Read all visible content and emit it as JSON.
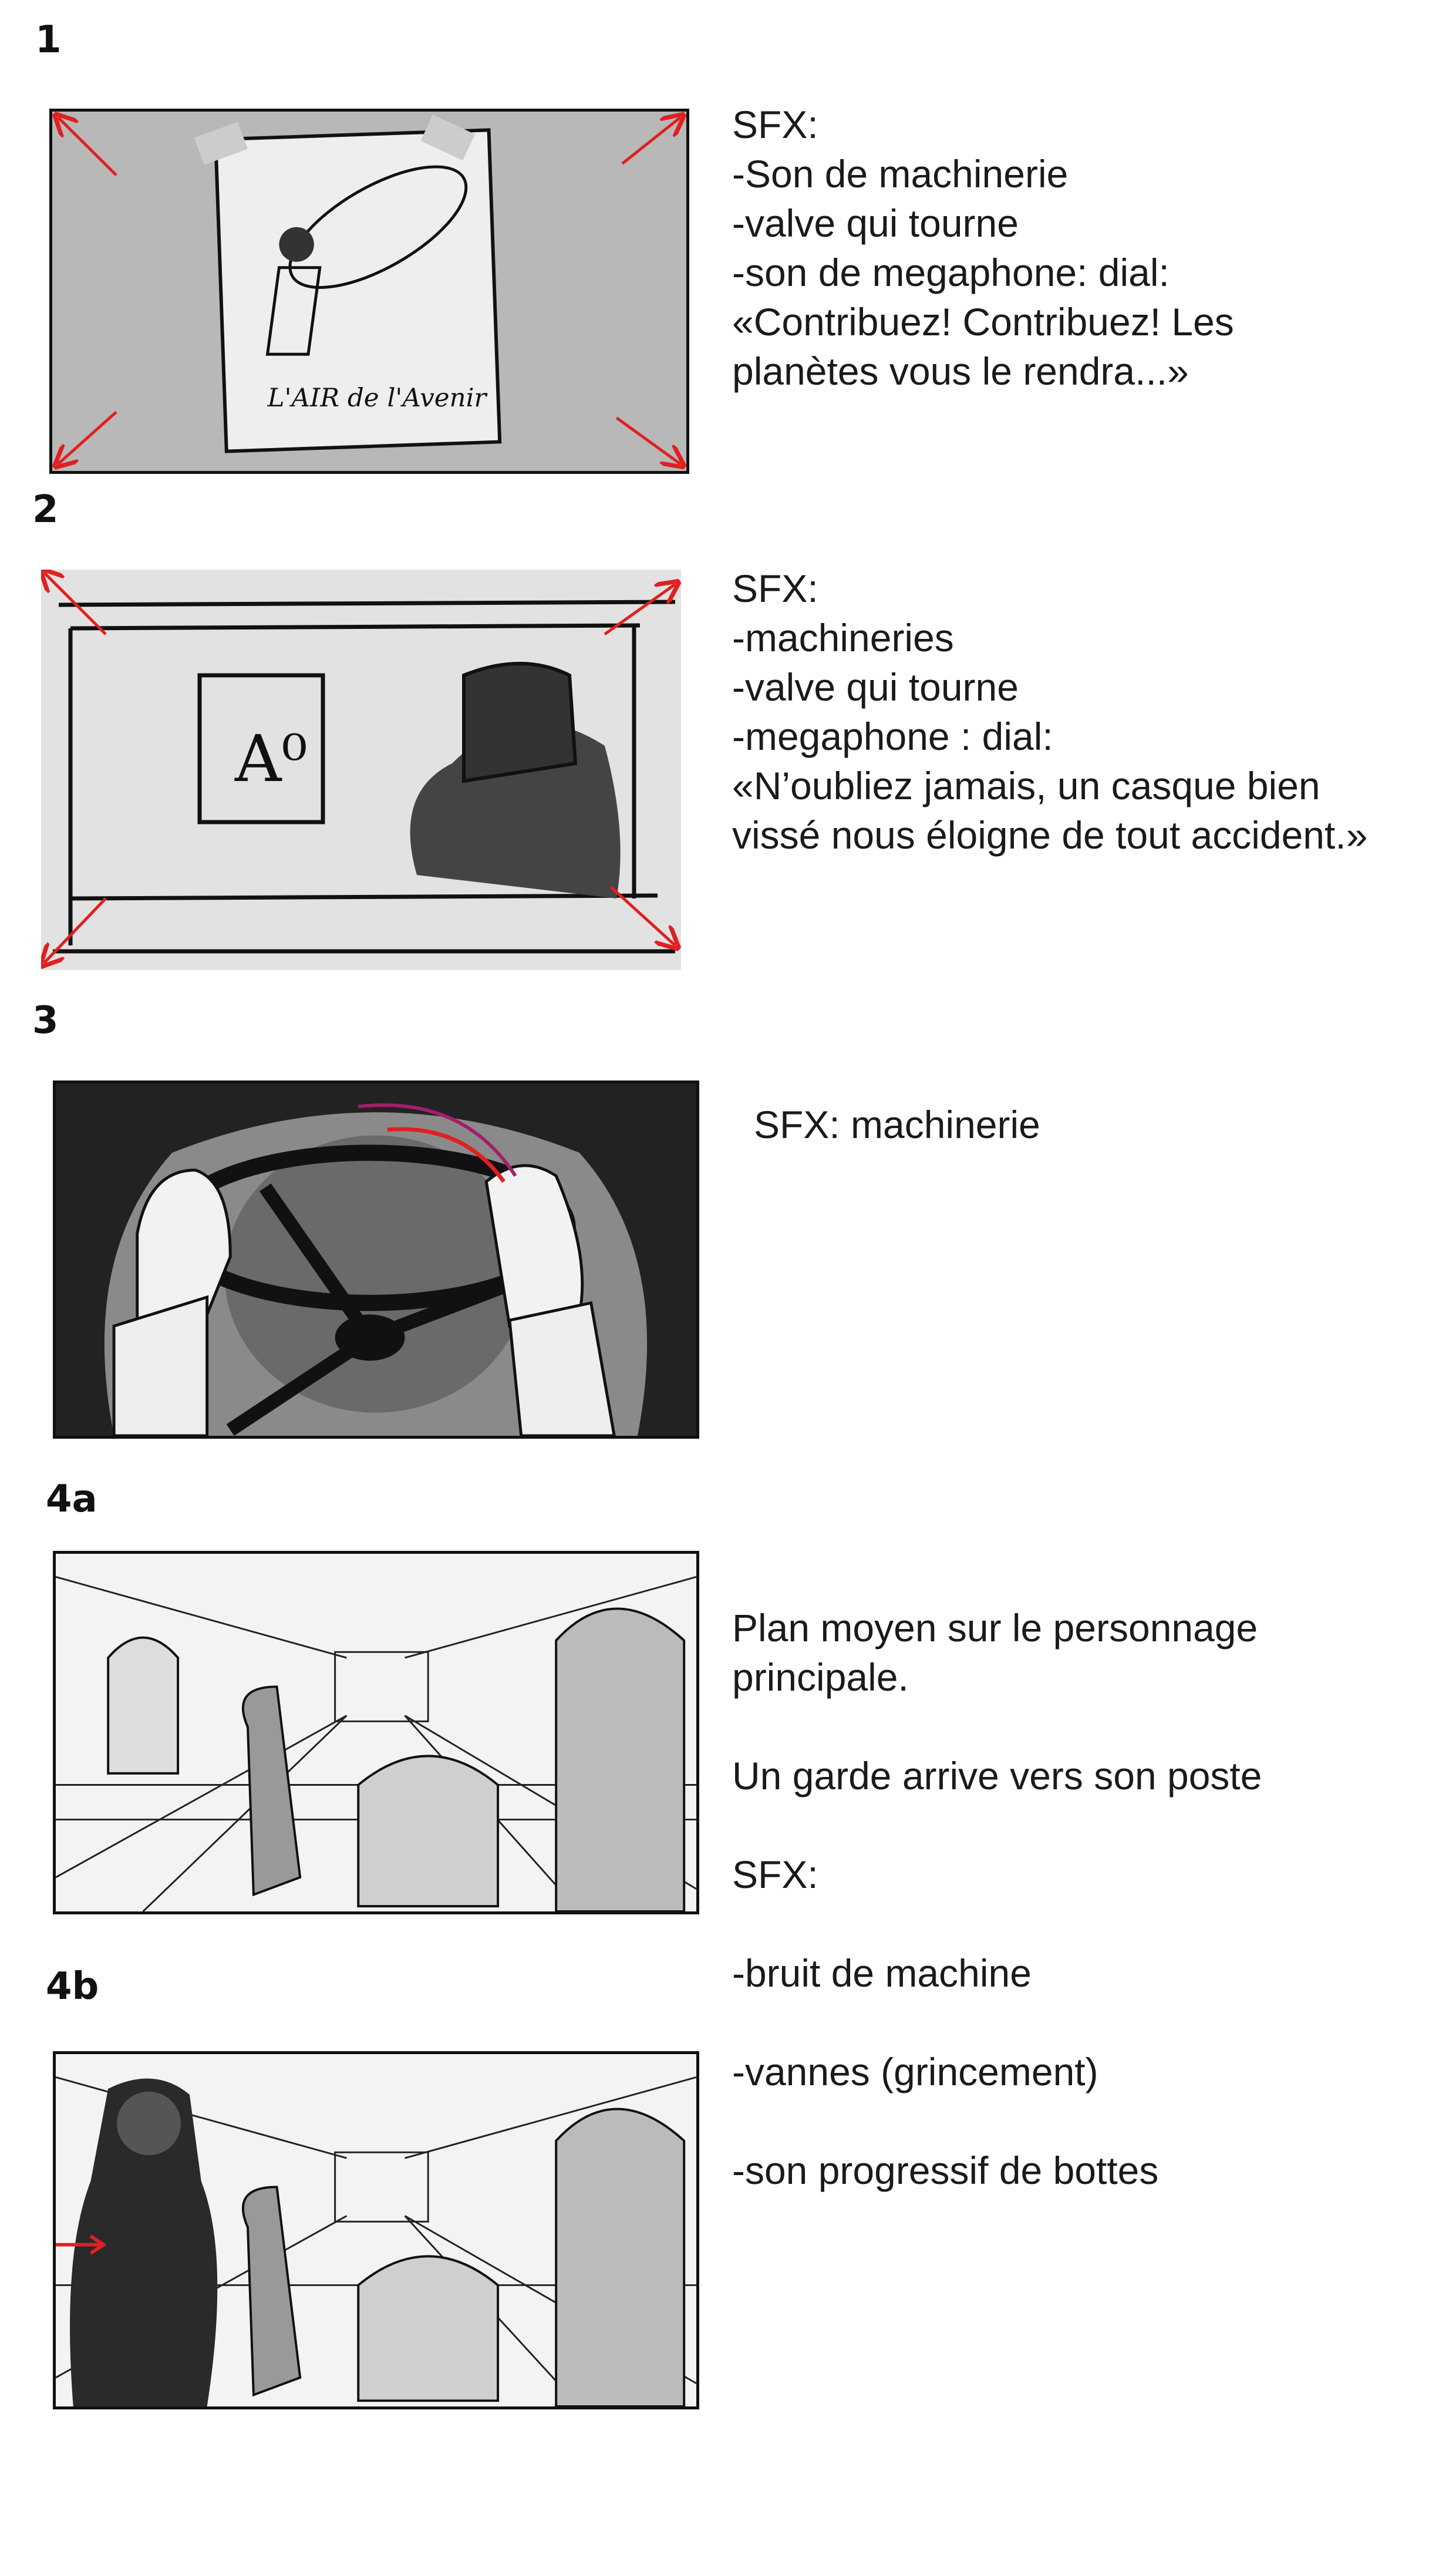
{
  "colors": {
    "arrow": "#e02020",
    "ink": "#111111",
    "magenta": "#a0206a"
  },
  "shots": [
    {
      "label": "1",
      "lines": [
        "SFX:",
        "-Son de machinerie",
        "-valve qui tourne",
        "-son de megaphone: dial:",
        "«Contribuez! Contribuez! Les",
        "planètes vous le rendra...»"
      ],
      "poster_text": "L'AIR de l'Avenir"
    },
    {
      "label": "2",
      "lines": [
        "SFX:",
        "-machineries",
        "-valve qui tourne",
        "-megaphone : dial:",
        "«N’oubliez jamais, un casque bien",
        "vissé nous éloigne de tout accident.»"
      ],
      "sign_text": "A⁰"
    },
    {
      "label": "3",
      "lines": [
        "SFX: machinerie"
      ]
    },
    {
      "label": "4a",
      "lines": [
        "Plan moyen sur le personnage",
        "principale.",
        "",
        "Un garde arrive vers son poste",
        "",
        "SFX:",
        "",
        "-bruit de machine",
        "",
        "-vannes (grincement)",
        "",
        "-son progressif de bottes"
      ]
    },
    {
      "label": "4b"
    }
  ]
}
